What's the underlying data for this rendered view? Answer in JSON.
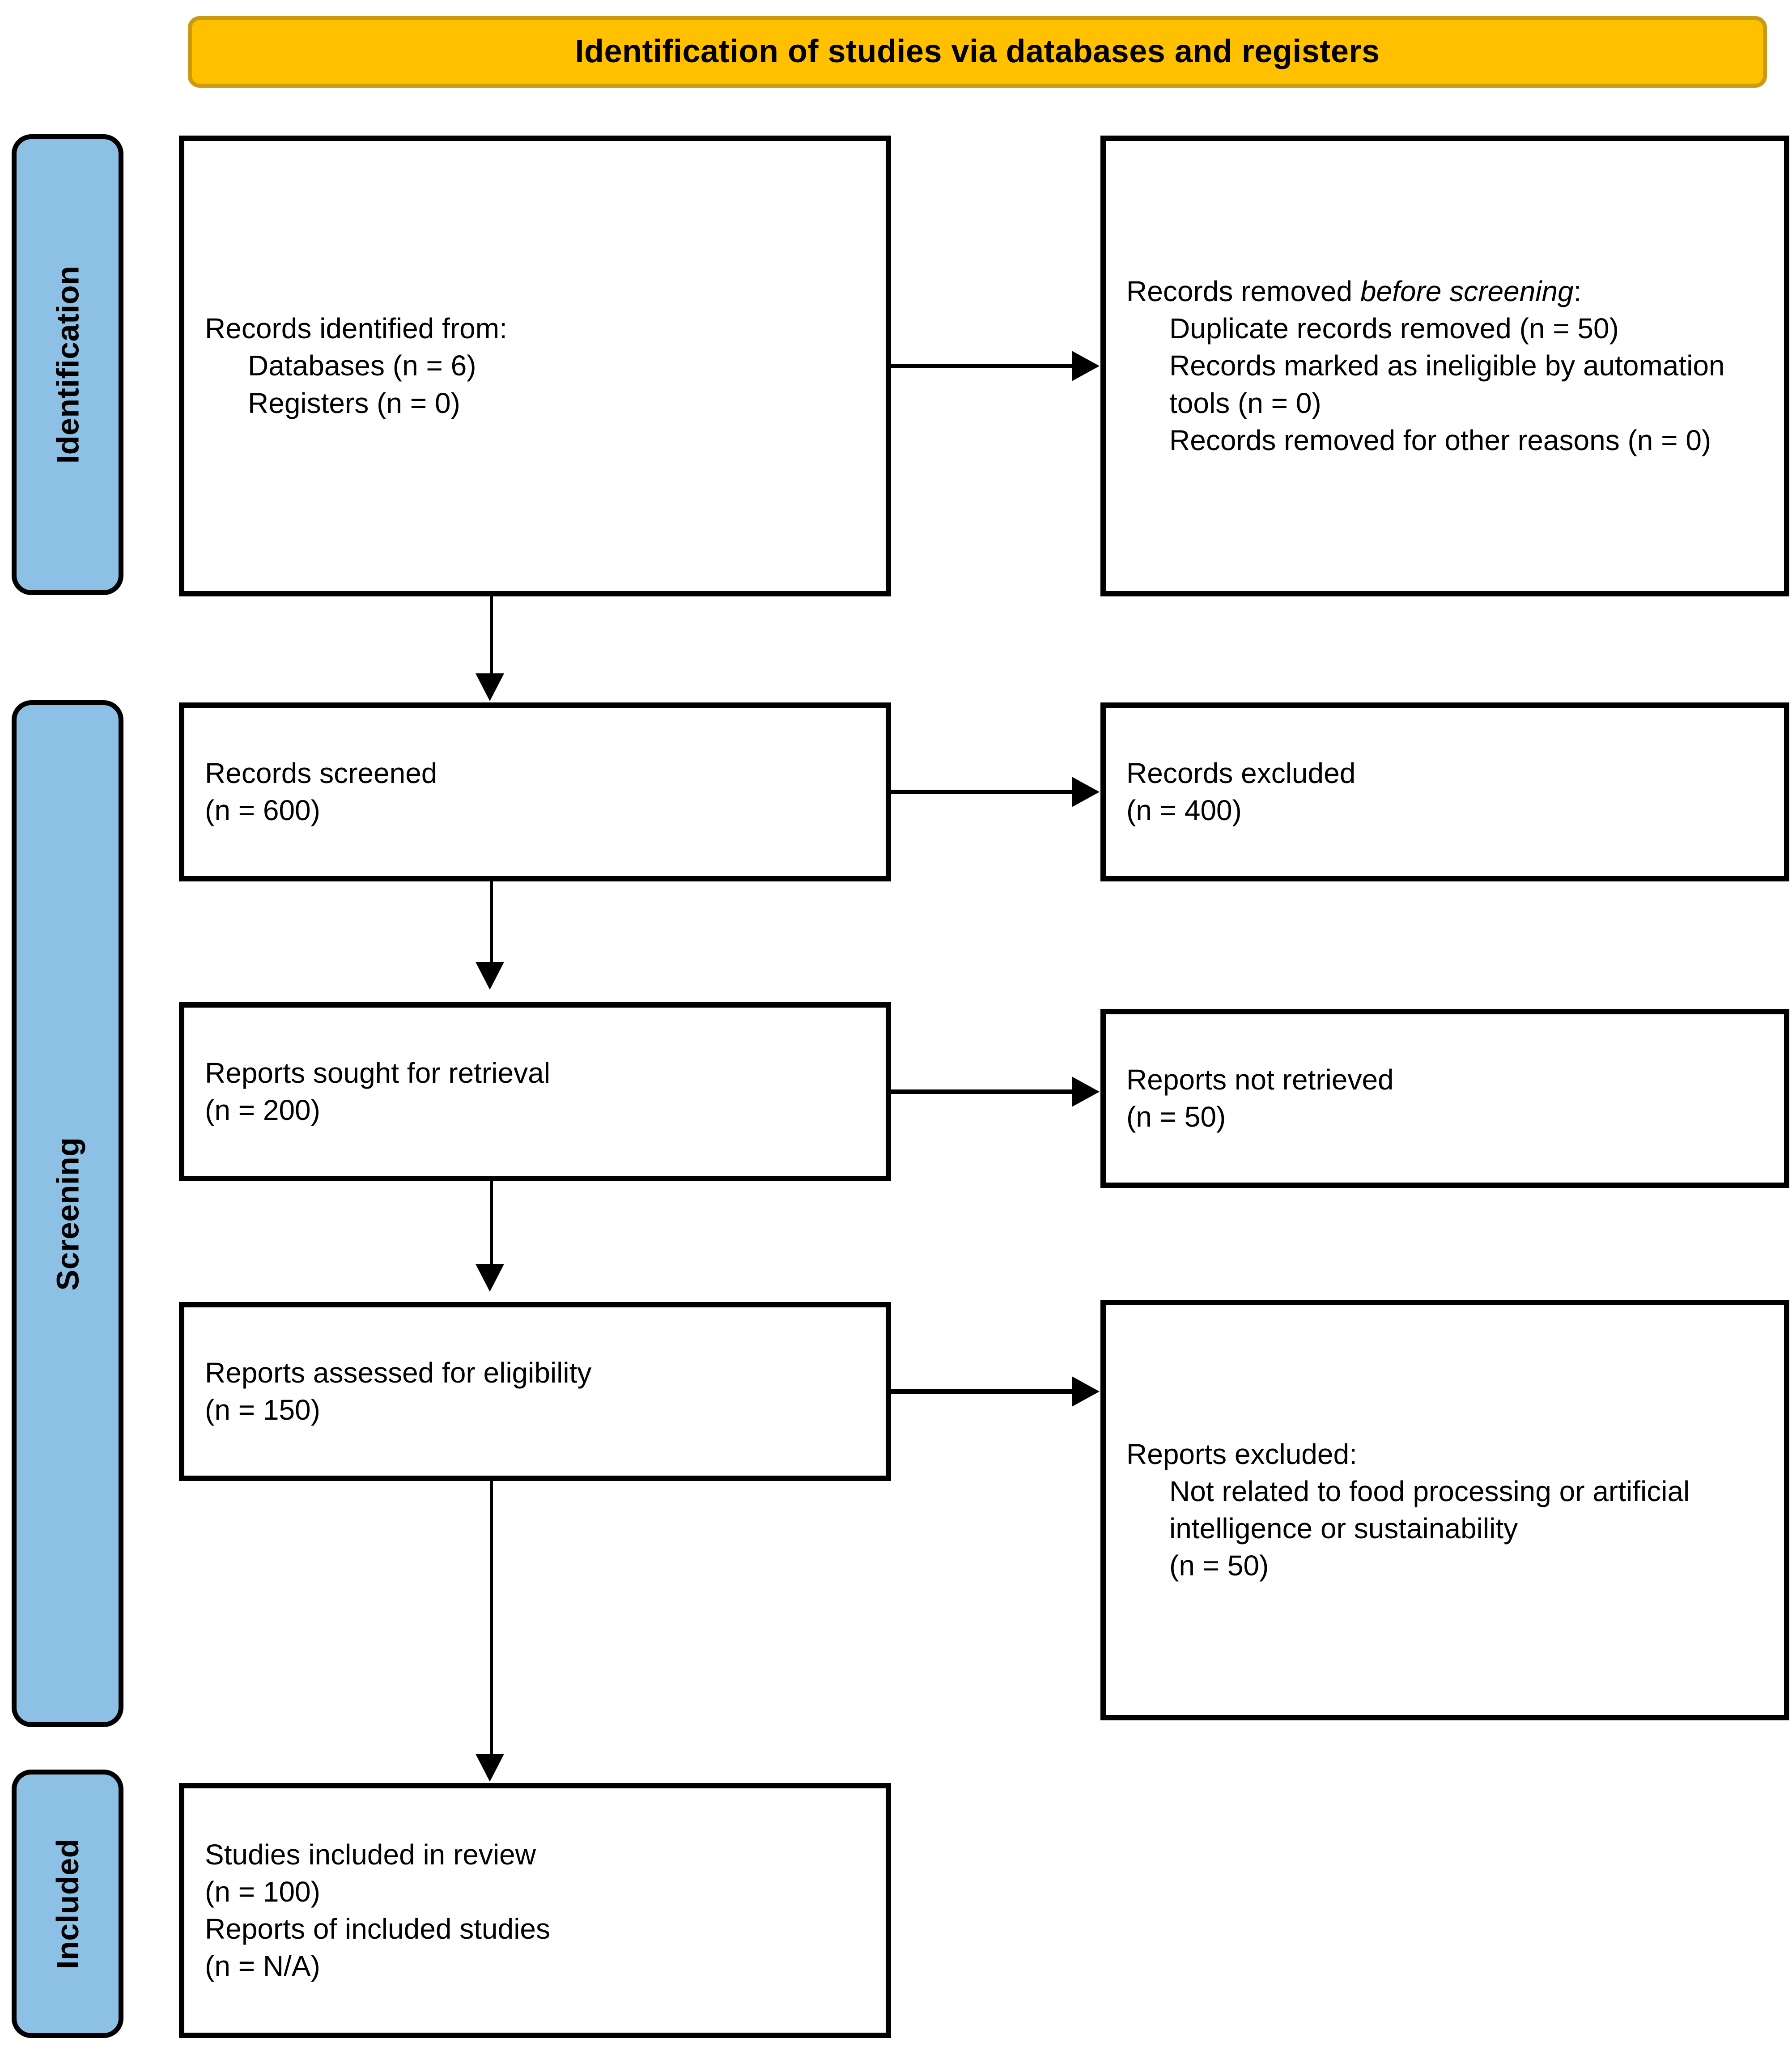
{
  "banner": {
    "title": "Identification of studies via databases and registers"
  },
  "rails": [
    {
      "id": "identification",
      "label": "Identification",
      "color": "#8CC0E4"
    },
    {
      "id": "screening",
      "label": "Screening",
      "color": "#8CC0E4"
    },
    {
      "id": "included",
      "label": "Included",
      "color": "#8CC0E4"
    }
  ],
  "colors": {
    "banner_fill": "#FFC000",
    "banner_border": "#C99A12",
    "rail_fill": "#8CC0E4",
    "box_border": "#000000",
    "box_fill": "#FFFFFF",
    "text": "#000000"
  },
  "boxes": {
    "identified": {
      "lines": [
        "Records identified from:",
        "Databases (n = 6)",
        "Registers (n = 0)"
      ]
    },
    "removed_before_screening": {
      "title_plain": "Records removed ",
      "title_italic": "before screening",
      "title_suffix": ":",
      "lines": [
        "Duplicate records removed (n = 50)",
        "Records marked as ineligible by automation tools (n = 0)",
        "Records removed for other reasons (n = 0)"
      ]
    },
    "screened": {
      "lines": [
        "Records screened",
        "(n = 600)"
      ]
    },
    "records_excluded": {
      "lines": [
        "Records excluded",
        "(n = 400)"
      ]
    },
    "sought_for_retrieval": {
      "lines": [
        "Reports sought for retrieval",
        "(n = 200)"
      ]
    },
    "not_retrieved": {
      "lines": [
        "Reports not retrieved",
        "(n = 50)"
      ]
    },
    "assessed_for_eligibility": {
      "lines": [
        "Reports assessed for eligibility",
        "(n = 150)"
      ]
    },
    "reports_excluded": {
      "heading": "Reports excluded:",
      "reason": "Not related to food processing or artificial intelligence or sustainability",
      "count": "(n = 50)"
    },
    "included_studies": {
      "lines": [
        "Studies included in review",
        "(n = 100)",
        "Reports of included studies",
        "(n = N/A)"
      ]
    }
  },
  "chart_data": {
    "type": "diagram",
    "title": "Identification of studies via databases and registers",
    "diagram_kind": "PRISMA flow diagram",
    "stages": [
      "Identification",
      "Screening",
      "Included"
    ],
    "nodes": [
      {
        "id": "identified",
        "stage": "Identification",
        "label": "Records identified from",
        "values": {
          "Databases": 6,
          "Registers": 0
        }
      },
      {
        "id": "removed_before_screening",
        "stage": "Identification",
        "label": "Records removed before screening",
        "values": {
          "Duplicate records removed": 50,
          "Records marked as ineligible by automation tools": 0,
          "Records removed for other reasons": 0
        }
      },
      {
        "id": "screened",
        "stage": "Screening",
        "label": "Records screened",
        "n": 600
      },
      {
        "id": "records_excluded",
        "stage": "Screening",
        "label": "Records excluded",
        "n": 400
      },
      {
        "id": "sought_for_retrieval",
        "stage": "Screening",
        "label": "Reports sought for retrieval",
        "n": 200
      },
      {
        "id": "not_retrieved",
        "stage": "Screening",
        "label": "Reports not retrieved",
        "n": 50
      },
      {
        "id": "assessed_for_eligibility",
        "stage": "Screening",
        "label": "Reports assessed for eligibility",
        "n": 150
      },
      {
        "id": "reports_excluded",
        "stage": "Screening",
        "label": "Reports excluded: Not related to food processing or artificial intelligence or sustainability",
        "n": 50
      },
      {
        "id": "included_studies",
        "stage": "Included",
        "label": "Studies included in review",
        "n": 100,
        "reports_of_included_studies": "N/A"
      }
    ],
    "edges": [
      {
        "from": "identified",
        "to": "removed_before_screening",
        "direction": "right"
      },
      {
        "from": "identified",
        "to": "screened",
        "direction": "down"
      },
      {
        "from": "screened",
        "to": "records_excluded",
        "direction": "right"
      },
      {
        "from": "screened",
        "to": "sought_for_retrieval",
        "direction": "down"
      },
      {
        "from": "sought_for_retrieval",
        "to": "not_retrieved",
        "direction": "right"
      },
      {
        "from": "sought_for_retrieval",
        "to": "assessed_for_eligibility",
        "direction": "down"
      },
      {
        "from": "assessed_for_eligibility",
        "to": "reports_excluded",
        "direction": "right"
      },
      {
        "from": "assessed_for_eligibility",
        "to": "included_studies",
        "direction": "down"
      }
    ]
  }
}
